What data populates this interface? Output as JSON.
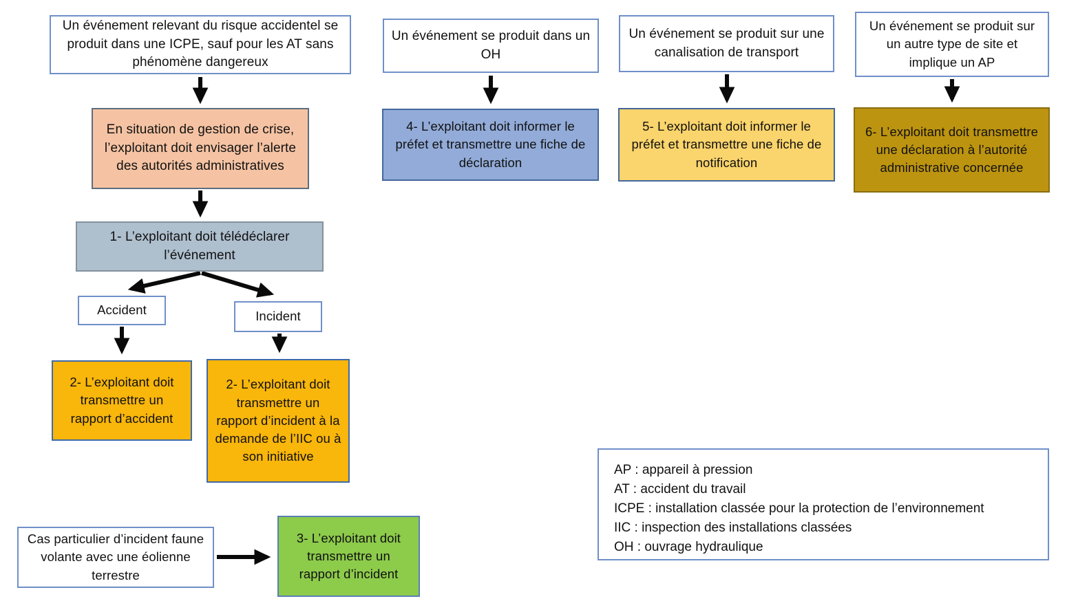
{
  "boxes": {
    "icpe_event": "Un événement relevant du risque accidentel se produit dans une ICPE, sauf pour les AT sans phénomène dangereux",
    "crisis": "En situation de gestion de crise, l’exploitant doit envisager l’alerte des autorités administratives",
    "step1": "1- L’exploitant doit télédéclarer l’événement",
    "accident": "Accident",
    "incident": "Incident",
    "step2_accident": "2- L’exploitant doit transmettre un rapport d’accident",
    "step2_incident": "2- L’exploitant doit transmettre un rapport d’incident à la demande de l’IIC ou à son initiative",
    "fauna_case": "Cas particulier d’incident faune volante avec une éolienne terrestre",
    "step3": "3- L’exploitant doit transmettre un rapport d’incident",
    "oh_event": "Un événement se produit dans un OH",
    "step4": "4- L’exploitant doit informer le préfet et transmettre une fiche de déclaration",
    "pipeline_event": "Un événement se produit sur une canalisation de transport",
    "step5": "5- L’exploitant doit informer le préfet et transmettre une fiche de notification",
    "other_site_event": "Un événement se produit sur un autre type de site et implique un AP",
    "step6": "6- L’exploitant doit transmettre une déclaration à l’autorité administrative concernée"
  },
  "legend": {
    "lines": [
      "AP : appareil à pression",
      "AT : accident du travail",
      "ICPE : installation classée pour la protection de l’environnement",
      "IIC : inspection des installations classées",
      "OH : ouvrage hydraulique"
    ]
  },
  "colors": {
    "peach": "#F5C3A3",
    "steel_blue_gray": "#AEBFCE",
    "amber": "#F9B60B",
    "light_amber": "#FAD46C",
    "blue": "#92ABD8",
    "dark_gold": "#BD9410",
    "green": "#8DCB4B",
    "white_box_border": "#6F8FC9",
    "arrow": "#0A0A0A"
  }
}
